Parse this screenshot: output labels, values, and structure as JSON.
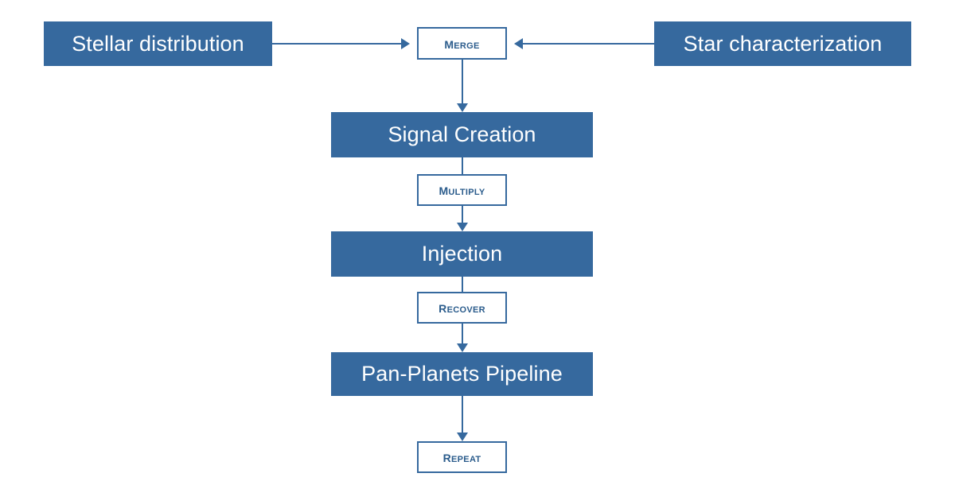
{
  "diagram": {
    "type": "flowchart",
    "orientation": "top-down",
    "colors": {
      "node_fill": "#36699E",
      "node_fill_text": "#FFFFFF",
      "connector_stroke": "#36699E",
      "connector_label_text": "#2B5C8C",
      "background": "#FFFFFF"
    },
    "inputs": [
      {
        "id": "stellar-distribution",
        "label": "Stellar distribution",
        "style": "filled"
      },
      {
        "id": "star-characterization",
        "label": "Star characterization",
        "style": "filled"
      }
    ],
    "connector_labels": [
      {
        "id": "merge",
        "label": "Merge",
        "style": "outlined"
      },
      {
        "id": "multiply",
        "label": "Multiply",
        "style": "outlined"
      },
      {
        "id": "recover",
        "label": "Recover",
        "style": "outlined"
      },
      {
        "id": "repeat",
        "label": "Repeat",
        "style": "outlined"
      }
    ],
    "stages": [
      {
        "id": "signal-creation",
        "label": "Signal Creation",
        "style": "filled"
      },
      {
        "id": "injection",
        "label": "Injection",
        "style": "filled"
      },
      {
        "id": "pan-planets-pipeline",
        "label": "Pan-Planets Pipeline",
        "style": "filled"
      }
    ],
    "edges": [
      {
        "from": "stellar-distribution",
        "to": "merge",
        "direction": "right"
      },
      {
        "from": "star-characterization",
        "to": "merge",
        "direction": "left"
      },
      {
        "from": "merge",
        "to": "signal-creation",
        "direction": "down"
      },
      {
        "from": "signal-creation",
        "to": "multiply",
        "direction": "down"
      },
      {
        "from": "multiply",
        "to": "injection",
        "direction": "down"
      },
      {
        "from": "injection",
        "to": "recover",
        "direction": "down"
      },
      {
        "from": "recover",
        "to": "pan-planets-pipeline",
        "direction": "down"
      },
      {
        "from": "pan-planets-pipeline",
        "to": "repeat",
        "direction": "down"
      }
    ]
  }
}
